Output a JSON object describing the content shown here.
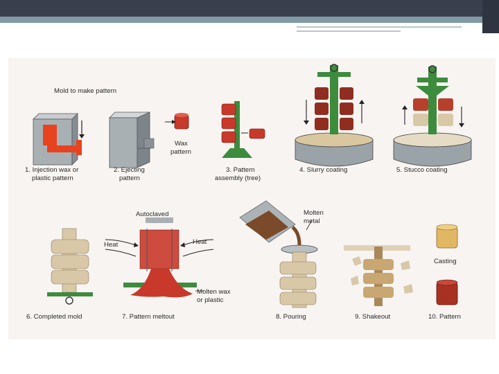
{
  "slide": {
    "theme": {
      "topbar": "#3a3f4e",
      "accent": "#7f9aa4",
      "panel": "#f7f4f1"
    }
  },
  "figure": {
    "callouts": {
      "mold_to_make_pattern": "Mold to make pattern",
      "wax_pattern_1": "Wax",
      "wax_pattern_2": "pattern",
      "autoclaved": "Autoclaved",
      "heat_left": "Heat",
      "heat_right": "Heat",
      "molten_wax_1": "Molten wax",
      "molten_wax_2": "or plastic",
      "molten_metal_1": "Molten",
      "molten_metal_2": "metal",
      "casting": "Casting"
    },
    "steps": [
      {
        "line1": "1. Injection wax or",
        "line2": "plastic pattern"
      },
      {
        "line1": "2. Ejecting",
        "line2": "pattern"
      },
      {
        "line1": "3. Pattern",
        "line2": "assembly (tree)"
      },
      {
        "line1": "4. Slurry coating",
        "line2": ""
      },
      {
        "line1": "5. Stucco coating",
        "line2": ""
      },
      {
        "line1": "6. Completed mold",
        "line2": ""
      },
      {
        "line1": "7. Pattern meltout",
        "line2": ""
      },
      {
        "line1": "8. Pouring",
        "line2": ""
      },
      {
        "line1": "9. Shakeout",
        "line2": ""
      },
      {
        "line1": "10. Pattern",
        "line2": ""
      }
    ],
    "colors": {
      "wax": "#c8392b",
      "mold": "#d8c8a8",
      "green": "#3d8b3d",
      "steel": "#9aa3a8",
      "metal": "#7a4a2a"
    }
  }
}
